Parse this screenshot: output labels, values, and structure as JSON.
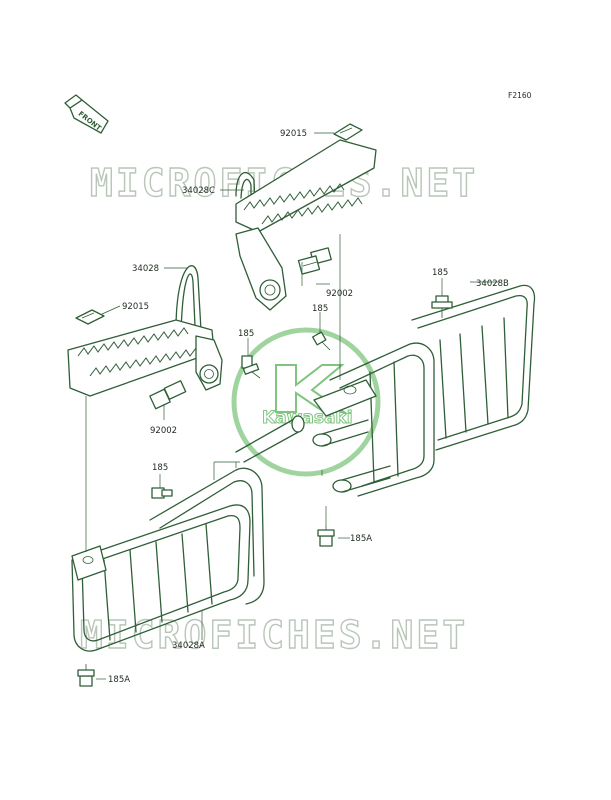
{
  "figure_code": "F2160",
  "front_indicator": {
    "label": "FRONT",
    "icon": "front-arrow-icon"
  },
  "watermarks": [
    "MICROFICHES.NET",
    "MICROFICHES.NET"
  ],
  "brand_logo": {
    "text": "Kawasaki",
    "icon": "kawasaki-k-logo"
  },
  "callouts": {
    "c92015_top": "92015",
    "c34028C": "34028C",
    "c34028": "34028",
    "c92015_left": "92015",
    "c92002_right": "92002",
    "c185_mid_right": "185",
    "c185_top_right": "185",
    "c34028B": "34028B",
    "c185_center": "185",
    "c92002_left": "92002",
    "c185_left": "185",
    "c185A_right": "185A",
    "c34028A": "34028A",
    "c185A_bottom": "185A"
  },
  "colors": {
    "line": "#2f5e37",
    "watermark": "#b9c6b9",
    "logo": "#7fc47f"
  }
}
